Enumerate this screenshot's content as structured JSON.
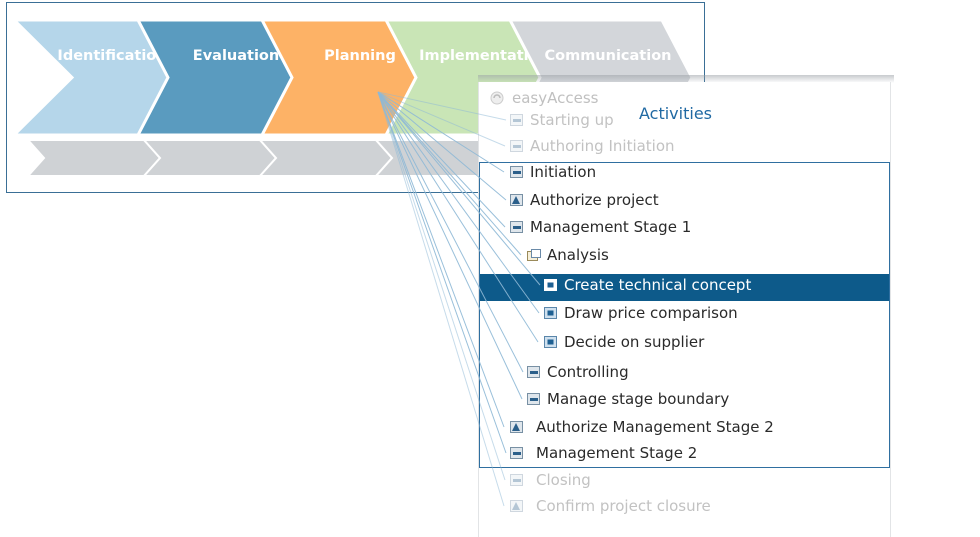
{
  "process": {
    "phases": [
      {
        "label": "Identification",
        "color": "#b5d6ea"
      },
      {
        "label": "Evaluation",
        "color": "#5a9bbf"
      },
      {
        "label": "Planning",
        "color": "#fdb266"
      },
      {
        "label": "Implementation",
        "color": "#c9e5b6"
      },
      {
        "label": "Communication",
        "color": "#d3d6da"
      }
    ],
    "sub_row_color": "#cfd2d5",
    "frame_color": "#3a6f96"
  },
  "panel": {
    "app_label": "easyAccess",
    "title": "Activities",
    "title_color": "#2069a3",
    "selected_color": "#0d5a8a",
    "items": [
      {
        "label": "Starting up",
        "level": 0,
        "icon": "activity-icon",
        "faded": true
      },
      {
        "label": "Authoring Initiation",
        "level": 0,
        "icon": "activity-icon",
        "faded": true
      },
      {
        "label": "Initiation",
        "level": 0,
        "icon": "activity-icon",
        "faded": false
      },
      {
        "label": "Authorize project",
        "level": 0,
        "icon": "decision-icon",
        "faded": false
      },
      {
        "label": "Management Stage 1",
        "level": 0,
        "icon": "activity-icon",
        "faded": false
      },
      {
        "label": "Analysis",
        "level": 1,
        "icon": "group-icon",
        "faded": false
      },
      {
        "label": "Create technical concept",
        "level": 2,
        "icon": "task-icon",
        "faded": false,
        "selected": true
      },
      {
        "label": "Draw price comparison",
        "level": 2,
        "icon": "task-icon",
        "faded": false
      },
      {
        "label": "Decide on supplier",
        "level": 2,
        "icon": "task-icon",
        "faded": false
      },
      {
        "label": "Controlling",
        "level": 1,
        "icon": "activity-icon",
        "faded": false
      },
      {
        "label": "Manage stage boundary",
        "level": 1,
        "icon": "activity-icon",
        "faded": false
      },
      {
        "label": "Authorize Management Stage 2",
        "level": 0,
        "icon": "decision-icon",
        "faded": false
      },
      {
        "label": "Management Stage 2",
        "level": 0,
        "icon": "activity-icon",
        "faded": false
      },
      {
        "label": "Closing",
        "level": 0,
        "icon": "activity-icon",
        "faded": true
      },
      {
        "label": "Confirm project closure",
        "level": 0,
        "icon": "decision-icon",
        "faded": true
      }
    ]
  }
}
